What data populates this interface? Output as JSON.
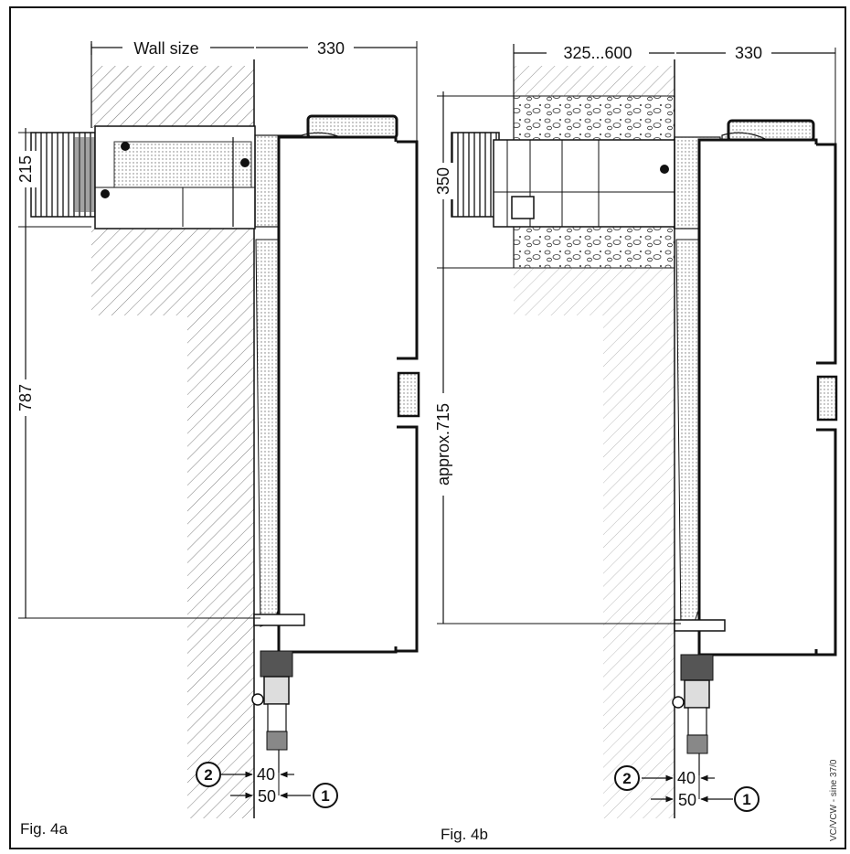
{
  "figures": [
    {
      "caption": "Fig. 4a",
      "wall_dimension": "Wall size",
      "depth_dimension": "330",
      "flue_height": "215",
      "total_height": "787",
      "offset_40": "40",
      "offset_50": "50",
      "callout_2": "2",
      "callout_1": "1"
    },
    {
      "caption": "Fig. 4b",
      "wall_dimension": "325...600",
      "depth_dimension": "330",
      "flue_height": "350",
      "total_height": "approx.715",
      "offset_40": "40",
      "offset_50": "50",
      "callout_2": "2",
      "callout_1": "1"
    }
  ],
  "credit": "VC/VCW - sine 37/0",
  "colors": {
    "ink": "#111111",
    "paper": "#ffffff",
    "hatch": "#555555",
    "dots": "#777777"
  }
}
